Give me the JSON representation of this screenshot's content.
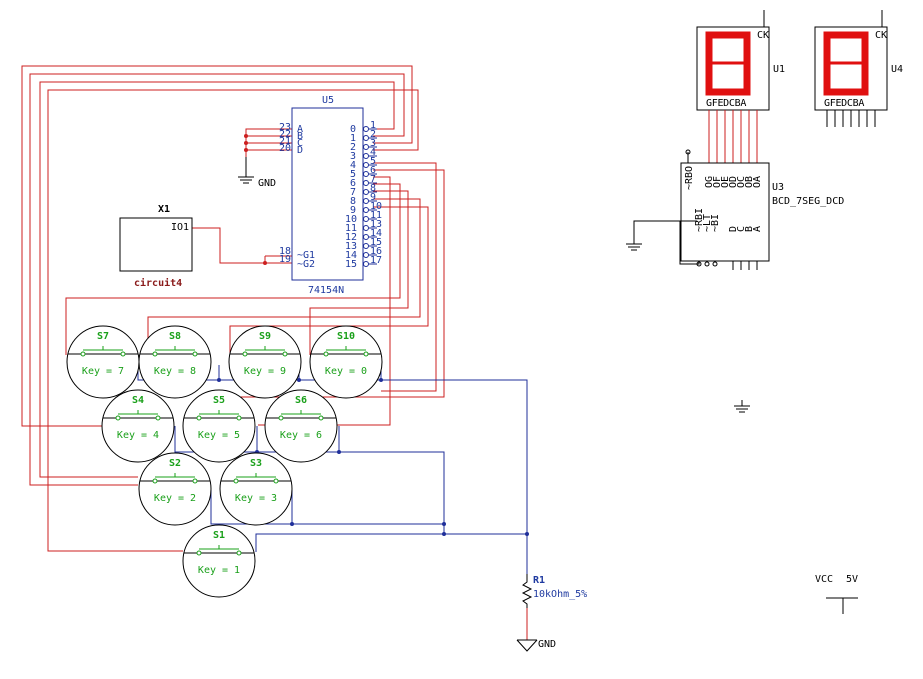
{
  "decoder": {
    "ref": "U5",
    "part": "74154N",
    "left_pins": [
      {
        "num": "23",
        "name": "A"
      },
      {
        "num": "22",
        "name": "B"
      },
      {
        "num": "21",
        "name": "C"
      },
      {
        "num": "20",
        "name": "D"
      }
    ],
    "enable_pins": [
      {
        "num": "18",
        "name": "~G1"
      },
      {
        "num": "19",
        "name": "~G2"
      }
    ],
    "outputs": [
      "0",
      "1",
      "2",
      "3",
      "4",
      "5",
      "6",
      "7",
      "8",
      "9",
      "10",
      "11",
      "12",
      "13",
      "14",
      "15"
    ],
    "output_pins": [
      "1",
      "2",
      "3",
      "4",
      "5",
      "6",
      "7",
      "8",
      "9",
      "10",
      "11",
      "13",
      "14",
      "15",
      "16",
      "17"
    ]
  },
  "gnd_label": "GND",
  "subcircuit": {
    "ref": "X1",
    "name": "circuit4",
    "pin": "IO1"
  },
  "keys": [
    {
      "ref": "S7",
      "label": "Key = 7"
    },
    {
      "ref": "S8",
      "label": "Key = 8"
    },
    {
      "ref": "S9",
      "label": "Key = 9"
    },
    {
      "ref": "S10",
      "label": "Key = 0"
    },
    {
      "ref": "S4",
      "label": "Key = 4"
    },
    {
      "ref": "S5",
      "label": "Key = 5"
    },
    {
      "ref": "S6",
      "label": "Key = 6"
    },
    {
      "ref": "S2",
      "label": "Key = 2"
    },
    {
      "ref": "S3",
      "label": "Key = 3"
    },
    {
      "ref": "S1",
      "label": "Key = 1"
    }
  ],
  "resistor": {
    "ref": "R1",
    "value": "10kOhm_5%"
  },
  "displays": [
    {
      "ref": "U1",
      "ck": "CK",
      "pins": "GFEDCBA"
    },
    {
      "ref": "U4",
      "ck": "CK",
      "pins": "GFEDCBA"
    }
  ],
  "bcd_decoder": {
    "ref": "U3",
    "part": "BCD_7SEG_DCD",
    "out_pins": [
      "OG",
      "OF",
      "OE",
      "OD",
      "OC",
      "OB",
      "OA"
    ],
    "rbo": "~RBO",
    "ctrl_pins": [
      "~RBI",
      "~LT",
      "~BI"
    ],
    "in_pins": [
      "D",
      "C",
      "B",
      "A"
    ]
  },
  "vcc": {
    "label": "VCC",
    "value": "5V"
  },
  "colors": {
    "red_wire": "#cc1f1f",
    "blue_wire": "#1f2f9a",
    "key_label": "#1aa01a",
    "segment_on": "#e01010",
    "part_text": "#1f3aa0"
  }
}
